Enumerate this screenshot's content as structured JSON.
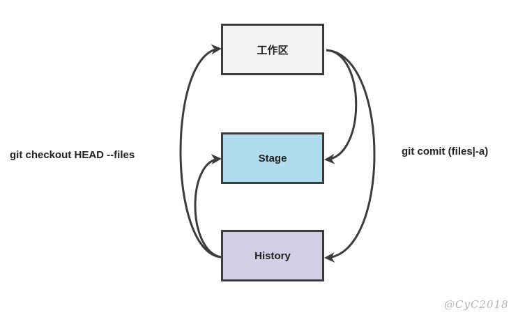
{
  "diagram": {
    "nodes": {
      "working_directory": {
        "label": "工作区",
        "fill": "#f4f4f4"
      },
      "stage": {
        "label": "Stage",
        "fill": "#b1dcee"
      },
      "history": {
        "label": "History",
        "fill": "#d2cfe4"
      }
    },
    "edges": {
      "checkout_label": "git checkout HEAD --files",
      "commit_label": "git comit (files|-a)"
    },
    "stroke_color": "#3c3c3c",
    "watermark": "@CyC2018"
  }
}
